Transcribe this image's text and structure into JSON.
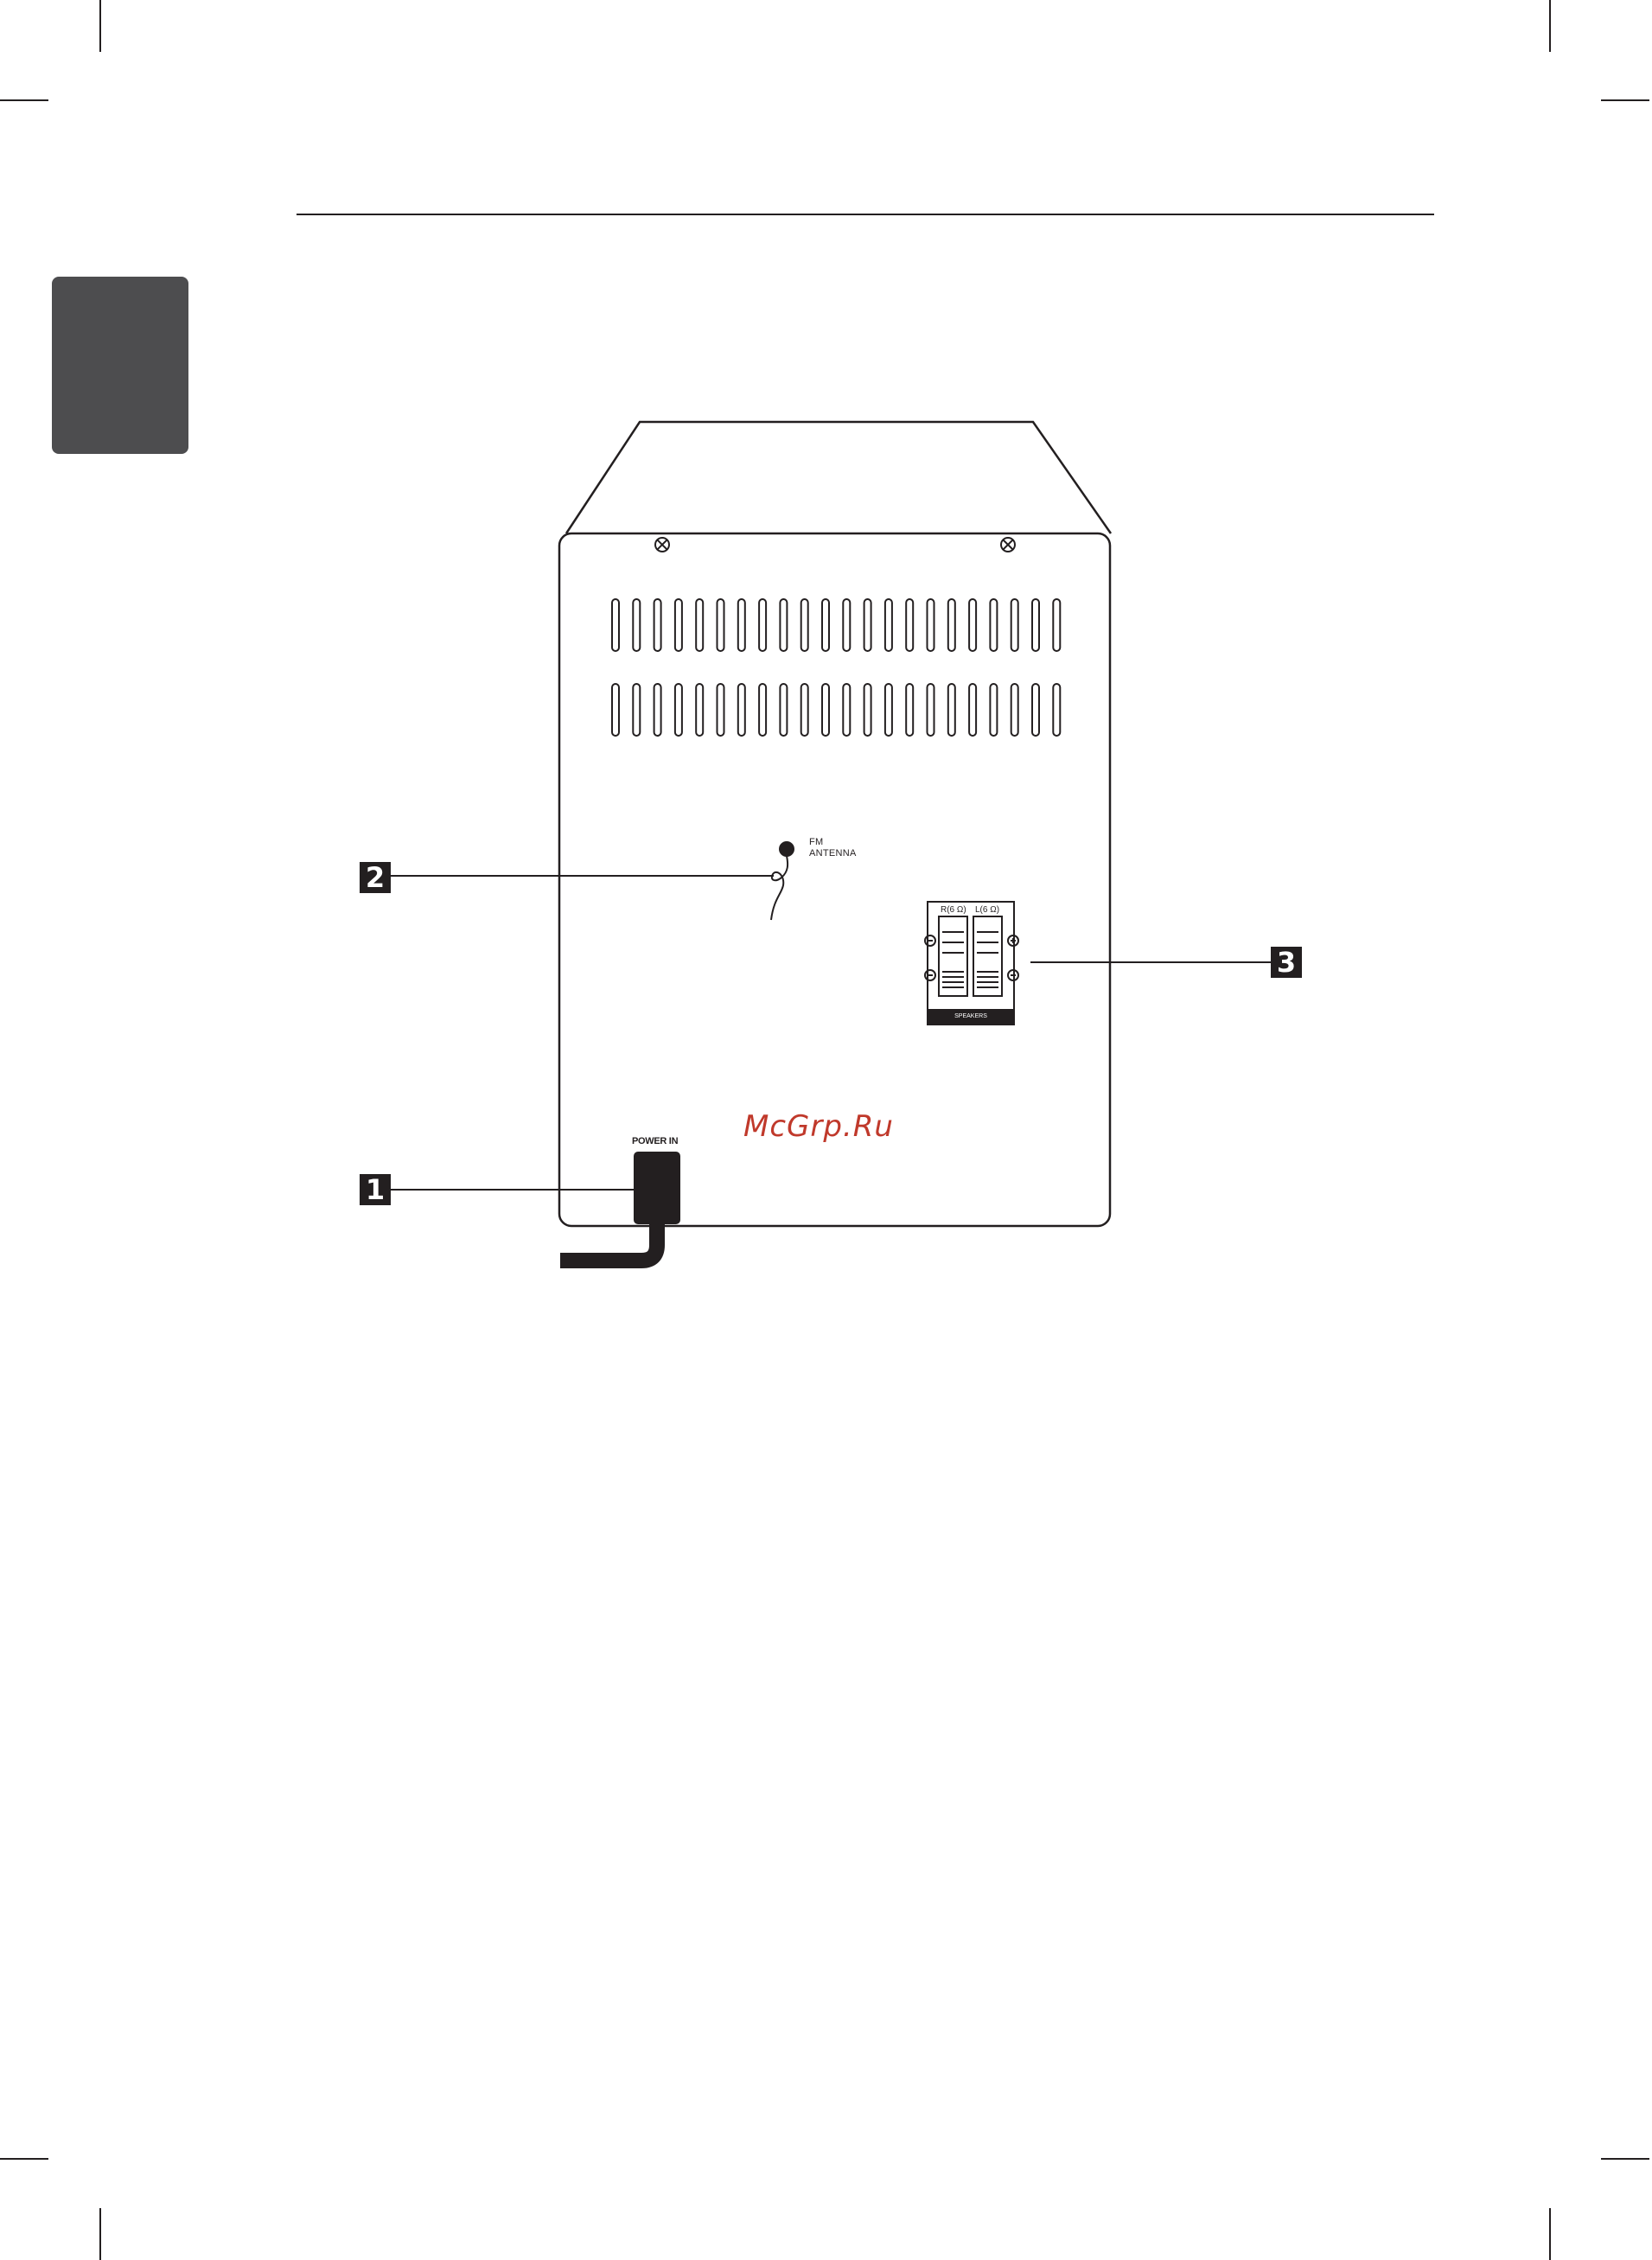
{
  "callouts": {
    "one": "1",
    "two": "2",
    "three": "3"
  },
  "panel": {
    "fm_line1": "FM",
    "fm_line2": "ANTENNA",
    "power_in": "POWER IN",
    "speaker_r": "R(6 Ω)",
    "speaker_l": "L(6 Ω)",
    "speakers": "SPEAKERS"
  },
  "watermark": "McGrp.Ru",
  "colors": {
    "ink": "#231f20",
    "tab": "#4d4d4f",
    "watermark": "#c0392b"
  }
}
